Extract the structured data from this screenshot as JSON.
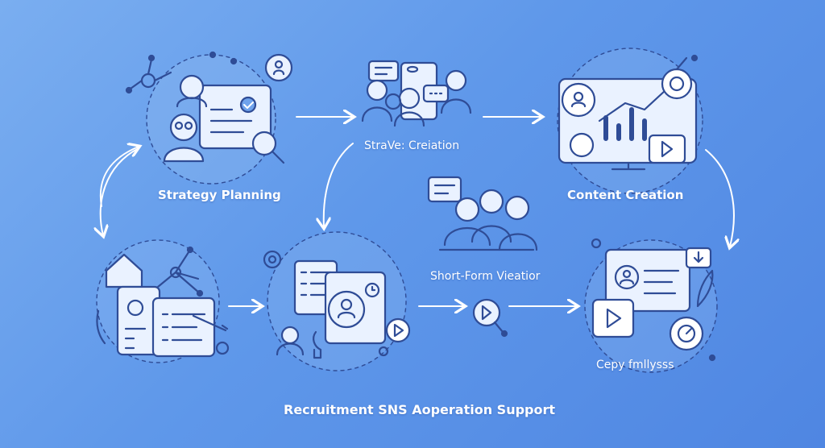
{
  "labels": {
    "strategy_planning": "Strategy Planning",
    "strave_creation": "StraVe: Creiation",
    "content_creation": "Content Creation",
    "short_form": "Short-Form Vieatior",
    "copy_analysis": "Cepy fmllysss",
    "footer": "Recruitment SNS Aoperation Support"
  },
  "icons": {
    "strategy": "person-checklist-magnifier-icon",
    "strave": "team-chat-icon",
    "content": "analytics-monitor-icon",
    "short_form": "group-speech-icon",
    "center": "document-profile-play-icon",
    "left": "house-profile-card-icon",
    "copy": "profile-video-gauge-icon"
  },
  "colors": {
    "background": "#5f98ea",
    "line": "#ffffff",
    "illustration": "#2f4c96"
  }
}
